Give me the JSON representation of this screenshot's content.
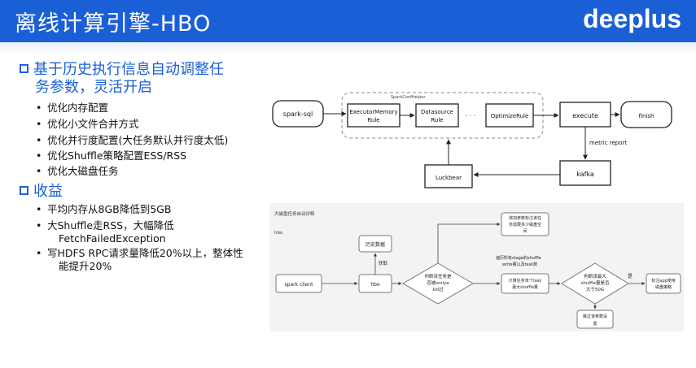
{
  "header": {
    "title": "离线计算引擎-HBO",
    "logo": "deeplus",
    "bg_color": "#1a5fd6"
  },
  "section1": {
    "title_line1": "基于历史执行信息自动调整任",
    "title_line2": "务参数，灵活开启",
    "bullets": [
      "优化内存配置",
      "优化小文件合并方式",
      "优化并行度配置(大任务默认并行度太低)",
      "优化Shuffle策略配置ESS/RSS",
      "优化大磁盘任务"
    ]
  },
  "section2": {
    "title": "收益",
    "bullets": [
      "平均内存从8GB降低到5GB",
      "大Shuffle走RSS，大幅降低",
      "FetchFailedException",
      "写HDFS RPC请求量降低20%以上，整体性",
      "能提升20%"
    ]
  },
  "diagram1": {
    "nodes": {
      "spark_sql": "spark-sql",
      "executor_line1": "ExecutorMemory",
      "executor_line2": "Rule",
      "datasource_line1": "Datasource",
      "datasource_line2": "Rule",
      "optimize": "OptimizeRule",
      "execute": "execute",
      "finish": "finish",
      "kafka": "kafka",
      "luckbear": "Luckbear"
    },
    "group_label": "SparkConfHelper",
    "ellipsis": "· · ·",
    "metric_label": "metric report"
  },
  "diagram2": {
    "title": "大磁盘任务自动诊断",
    "hbo_label": "hbo",
    "nodes": {
      "spark_client": "spark client",
      "hbo": "hbo",
      "history": "历史数据",
      "judge1_line1": "判断该任务是",
      "judge1_line2": "否被smiya",
      "judge1_line3": "kill过",
      "top_box_line1": "增加参数标注该任",
      "top_box_line2": "务需要多少磁盘空",
      "top_box_line3": "间",
      "calc_line1": "计算任务单个task",
      "calc_line2": "最大shuffle量",
      "judge2_line1": "判断该最大",
      "judge2_line2": "shuffle量是否",
      "judge2_line3": "大于50G",
      "use_app_line1": "标注app使用",
      "use_app_line2": "磁盘策略",
      "skip_line1": "跳过该参数设",
      "skip_line2": "置"
    },
    "labels": {
      "fetch": "获取",
      "traverse_line1": "遍历所有stage的shuffle",
      "traverse_line2": "write量以及task数",
      "yes": "是"
    }
  }
}
